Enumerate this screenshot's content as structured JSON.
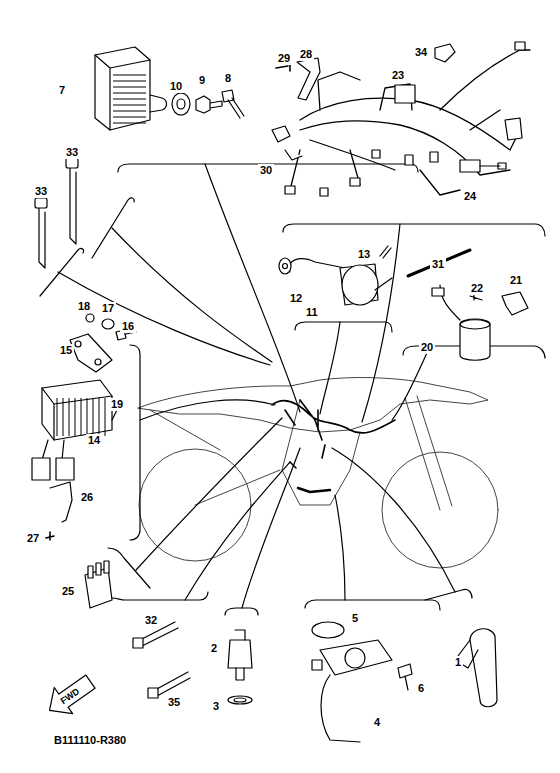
{
  "diagram": {
    "labels": [
      "7",
      "10",
      "9",
      "8",
      "28",
      "29",
      "34",
      "23",
      "30",
      "24",
      "33",
      "33",
      "13",
      "31",
      "22",
      "21",
      "12",
      "11",
      "20",
      "18",
      "17",
      "16",
      "15",
      "19",
      "14",
      "26",
      "27",
      "25",
      "32",
      "5",
      "2",
      "6",
      "4",
      "35",
      "3",
      "1",
      "FWD",
      "B111110-R380"
    ]
  }
}
